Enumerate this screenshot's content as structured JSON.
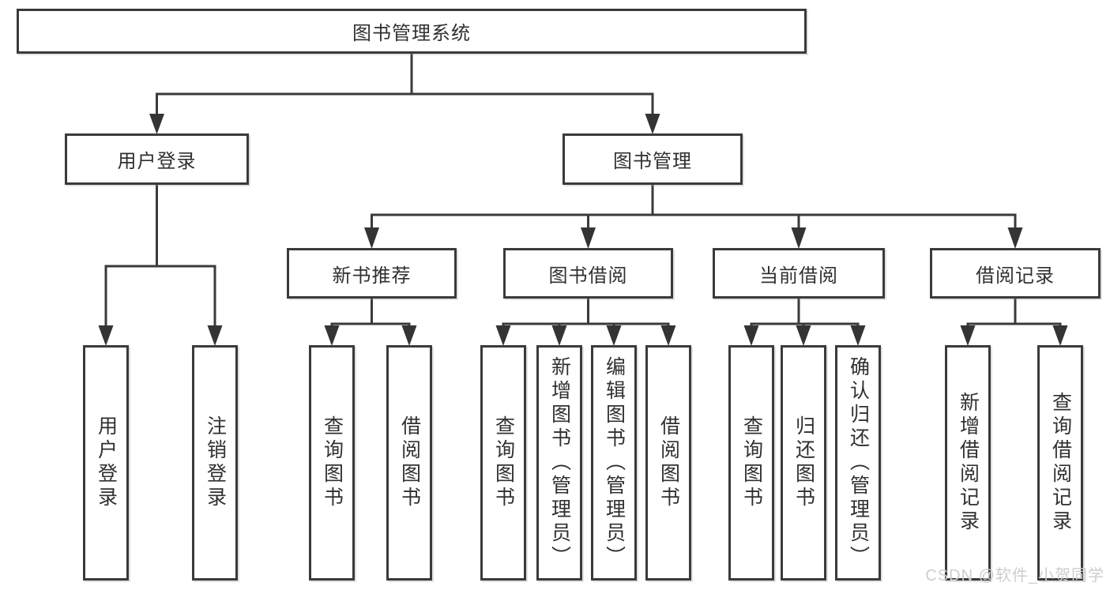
{
  "diagram_type": "function-structure-tree",
  "colors": {
    "line": "#3a3a3a",
    "box_border": "#3a3a3a",
    "box_fill": "#ffffff",
    "text": "#303030",
    "watermark": "#cbced3",
    "background": "#ffffff"
  },
  "tree": {
    "label": "图书管理系统",
    "children": [
      {
        "label": "用户登录",
        "children": [
          {
            "label": "用户登录"
          },
          {
            "label": "注销登录"
          }
        ]
      },
      {
        "label": "图书管理",
        "children": [
          {
            "label": "新书推荐",
            "children": [
              {
                "label": "查询图书"
              },
              {
                "label": "借阅图书"
              }
            ]
          },
          {
            "label": "图书借阅",
            "children": [
              {
                "label": "查询图书"
              },
              {
                "label": "新增图书（管理员）"
              },
              {
                "label": "编辑图书（管理员）"
              },
              {
                "label": "借阅图书"
              }
            ]
          },
          {
            "label": "当前借阅",
            "children": [
              {
                "label": "查询图书"
              },
              {
                "label": "归还图书"
              },
              {
                "label": "确认归还（管理员）"
              }
            ]
          },
          {
            "label": "借阅记录",
            "children": [
              {
                "label": "新增借阅记录"
              },
              {
                "label": "查询借阅记录"
              }
            ]
          }
        ]
      }
    ]
  },
  "watermark": {
    "text": "CSDN @软件_小贺同学"
  }
}
